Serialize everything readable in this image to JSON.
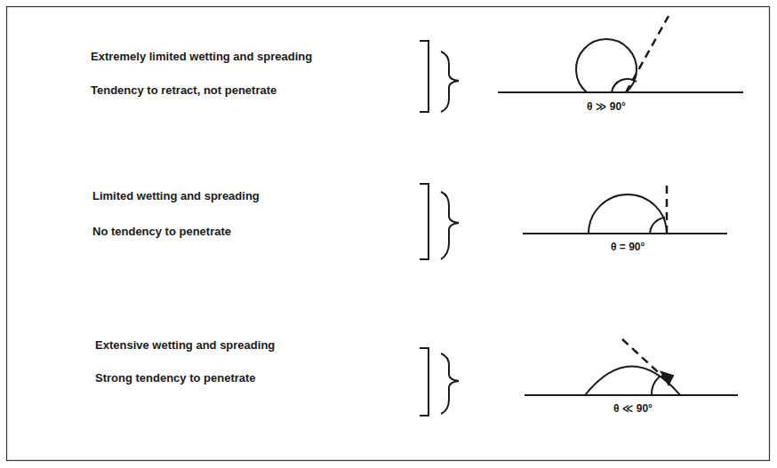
{
  "diagram": {
    "labels": [
      "Extremely limited wetting and spreading",
      "Tendency to retract, not penetrate",
      "θ ≫ 90°",
      "Limited wetting and spreading",
      "No tendency to penetrate",
      "θ = 90°",
      "Extensive wetting and spreading",
      "Strong tendency to penetrate",
      "θ ≪ 90°"
    ]
  }
}
